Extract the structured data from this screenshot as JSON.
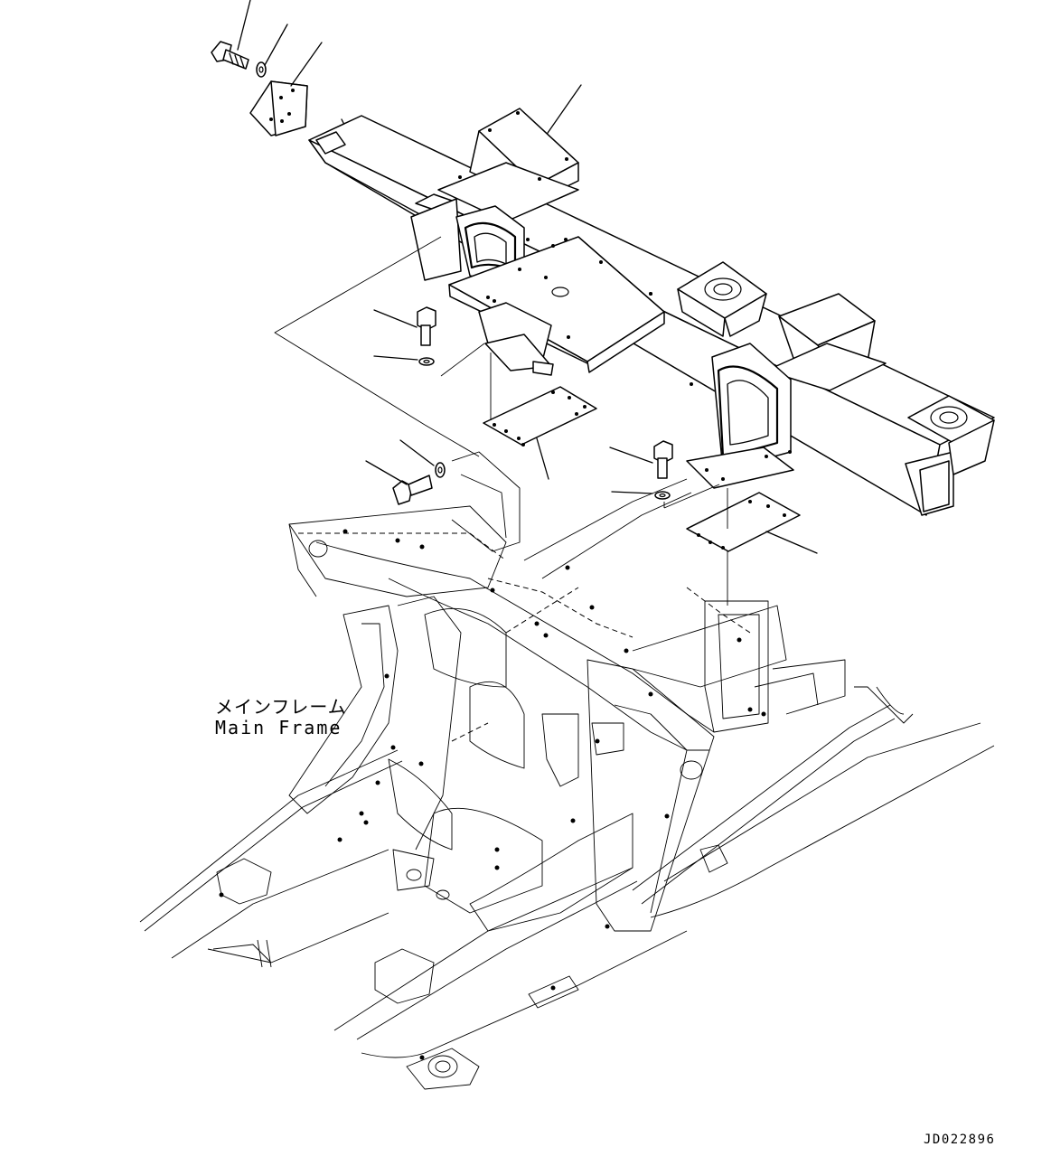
{
  "labels": {
    "frame_jp": "メインフレーム",
    "frame_en": "Main Frame",
    "drawing_code": "JD022896"
  }
}
